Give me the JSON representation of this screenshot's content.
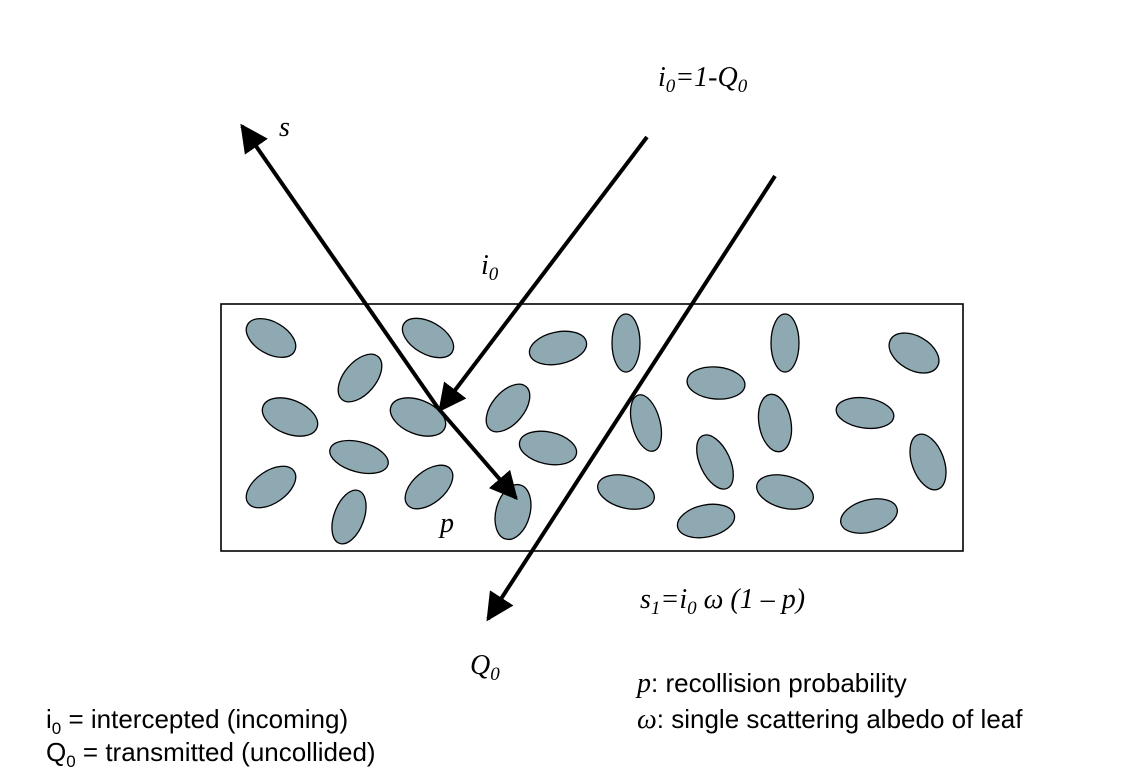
{
  "colors": {
    "leaf_fill": "#8fa9b2",
    "stroke": "#000000",
    "background": "#ffffff"
  },
  "labels": {
    "incoming": {
      "i": "i",
      "i_sub": "0",
      "eq": "=1-",
      "Q": "Q",
      "Q_sub": "0"
    },
    "scattered_top": "s",
    "intercepted_arrow": {
      "i": "i",
      "i_sub": "0"
    },
    "p_inside": "p",
    "s1_eq": {
      "s": "s",
      "s_sub": "1",
      "eq": "=",
      "i": "i",
      "i_sub": "0",
      "omega": "ω",
      "rest": "(1 – p)"
    },
    "Q0": {
      "Q": "Q",
      "Q_sub": "0"
    }
  },
  "legend_left": [
    {
      "sym": "i",
      "sub": "0",
      "text": " = intercepted (incoming)"
    },
    {
      "sym": "Q",
      "sub": "0",
      "text": " = transmitted (uncollided)"
    }
  ],
  "legend_right": [
    {
      "sym": "p",
      "text": ": recollision probability"
    },
    {
      "sym": "ω",
      "text": ": single scattering albedo of leaf"
    }
  ]
}
